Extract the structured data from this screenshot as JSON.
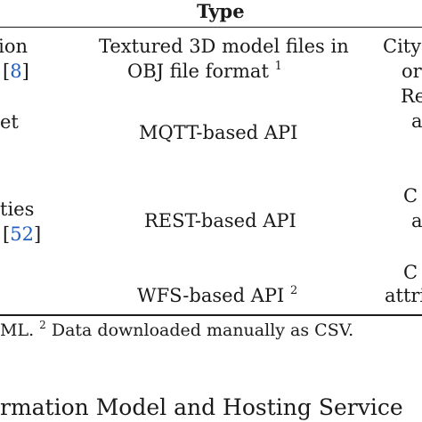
{
  "table": {
    "header": {
      "type": "Type"
    },
    "left_column": {
      "row1_line1": "tion",
      "row1_line2_pre": "[",
      "row1_line2_cite": "8",
      "row1_line2_post": "]",
      "row2_line1": "et",
      "row3_line1": "ties",
      "row3_line2_pre": "[",
      "row3_line2_cite": "52",
      "row3_line2_post": "]"
    },
    "type_column": {
      "row1_line1": "Textured 3D model files in",
      "row1_line2": "OBJ file format",
      "row1_footnote": "1",
      "row2": "MQTT-based API",
      "row3": "REST-based API",
      "row4": "WFS-based API",
      "row4_footnote": "2"
    },
    "right_column": {
      "row1_line1": "City",
      "row1_line2": "or",
      "row1_line3": "Re",
      "row1_line4": "a",
      "row3_line1": "C",
      "row3_line2": "a",
      "row4_line1": "C",
      "row4_line2": "attri"
    }
  },
  "footnotes": {
    "text_pre": "ML.",
    "marker": "2",
    "text_post": "Data downloaded manually as CSV."
  },
  "section_heading": "rmation Model and Hosting Service"
}
